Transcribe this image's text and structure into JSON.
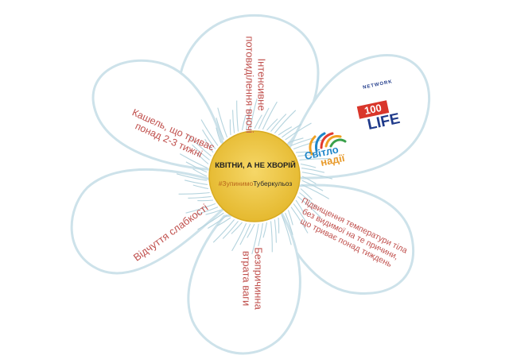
{
  "center": {
    "title": "КВІТНИ, А НЕ ХВОРІЙ",
    "hashtag_part1": "#Зупинимо",
    "hashtag_part2": "Туберкульоз"
  },
  "petals": {
    "top": "Інтенсивне\nпотовиділення вночі",
    "upper_left": "Кашель, що триває\nпонад 2-3 тижні",
    "lower_left": "Відчуття слабкості",
    "bottom": "Безпричинна\nвтрата ваги",
    "lower_right": "Підвищення температури тіла\nбез видимої на те причини,\nщо триває понад тиждень"
  },
  "logos": {
    "light_line1": "Світло",
    "light_line2": "надії",
    "network_label": "NETWORK",
    "hundred_text": "100",
    "life_text": "LIFE"
  },
  "colors": {
    "petal_text": "#c0504d",
    "center_fill": "#f2c94c",
    "petal_outline": "#cde2ea"
  }
}
